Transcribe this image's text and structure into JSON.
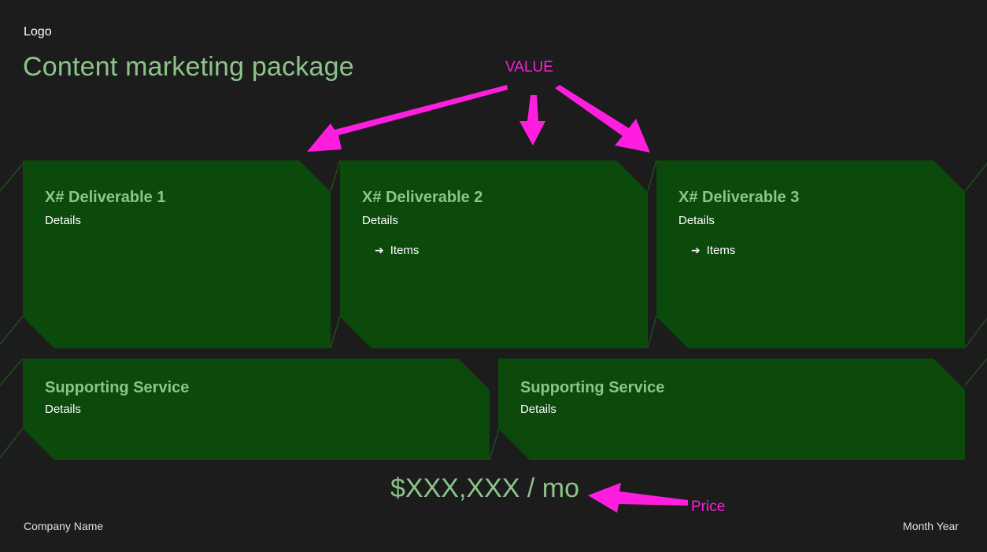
{
  "header": {
    "logo": "Logo",
    "title": "Content marketing package"
  },
  "deliverables": [
    {
      "title": "X# Deliverable 1",
      "details": "Details"
    },
    {
      "title": "X# Deliverable 2",
      "details": "Details",
      "item": "Items"
    },
    {
      "title": "X# Deliverable 3",
      "details": "Details",
      "item": "Items"
    }
  ],
  "services": [
    {
      "title": "Supporting Service",
      "details": "Details"
    },
    {
      "title": "Supporting Service",
      "details": "Details"
    }
  ],
  "price": "$XXX,XXX / mo",
  "footer": {
    "company": "Company Name",
    "date": "Month Year"
  },
  "annotations": {
    "value_label": "VALUE",
    "price_label": "Price"
  },
  "colors": {
    "background": "#1c1c1c",
    "card": "#0b4a0b",
    "accent_green": "#8cc48a",
    "annotation_magenta": "#ff1ee0"
  }
}
